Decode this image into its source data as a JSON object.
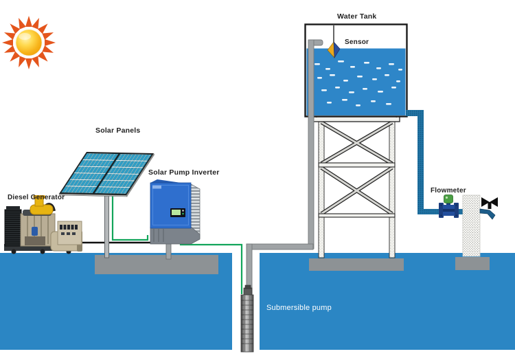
{
  "labels": {
    "solar_panels": "Solar Panels",
    "solar_pump_inverter": "Solar Pump Inverter",
    "diesel_generator": "Diesel Generator",
    "water_tank": "Water Tank",
    "sensor": "Sensor",
    "flowmeter": "Flowmeter",
    "submersible_pump": "Submersible pump"
  },
  "colors": {
    "ground_blue": "#2b86c4",
    "water_blue": "#2e86c8",
    "pipe_blue": "#1e6f9f",
    "pad_gray": "#8d9295",
    "panel_cell_teal": "#2f9ec6",
    "inverter_blue": "#2f6fce",
    "inverter_base_gray": "#7c838b",
    "wire_green": "#12a55a",
    "wire_black": "#111111",
    "pipe_gray": "#9fa3a5",
    "sun_core": "#f5a80c",
    "sun_rays": "#e4551c",
    "sensor_yellow": "#e9a81e",
    "sensor_blue": "#2b4d9b",
    "flowmeter_navy": "#1c3e7e",
    "flowmeter_green": "#4a9e44",
    "label_text": "#222222"
  },
  "water_tank": {
    "dash_marks": [
      [
        458,
        92,
        8
      ],
      [
        474,
        99,
        7
      ],
      [
        492,
        88,
        9
      ],
      [
        510,
        96,
        7
      ],
      [
        530,
        90,
        8
      ],
      [
        548,
        98,
        7
      ],
      [
        566,
        92,
        8
      ],
      [
        580,
        100,
        6
      ],
      [
        462,
        112,
        7
      ],
      [
        480,
        108,
        8
      ],
      [
        500,
        116,
        7
      ],
      [
        520,
        110,
        8
      ],
      [
        542,
        114,
        7
      ],
      [
        560,
        108,
        7
      ],
      [
        577,
        117,
        6
      ],
      [
        468,
        130,
        8
      ],
      [
        488,
        126,
        7
      ],
      [
        508,
        133,
        8
      ],
      [
        528,
        128,
        7
      ],
      [
        550,
        132,
        8
      ],
      [
        570,
        126,
        7
      ],
      [
        476,
        148,
        7
      ],
      [
        498,
        144,
        8
      ],
      [
        518,
        152,
        7
      ],
      [
        540,
        146,
        7
      ],
      [
        562,
        150,
        8
      ]
    ]
  }
}
